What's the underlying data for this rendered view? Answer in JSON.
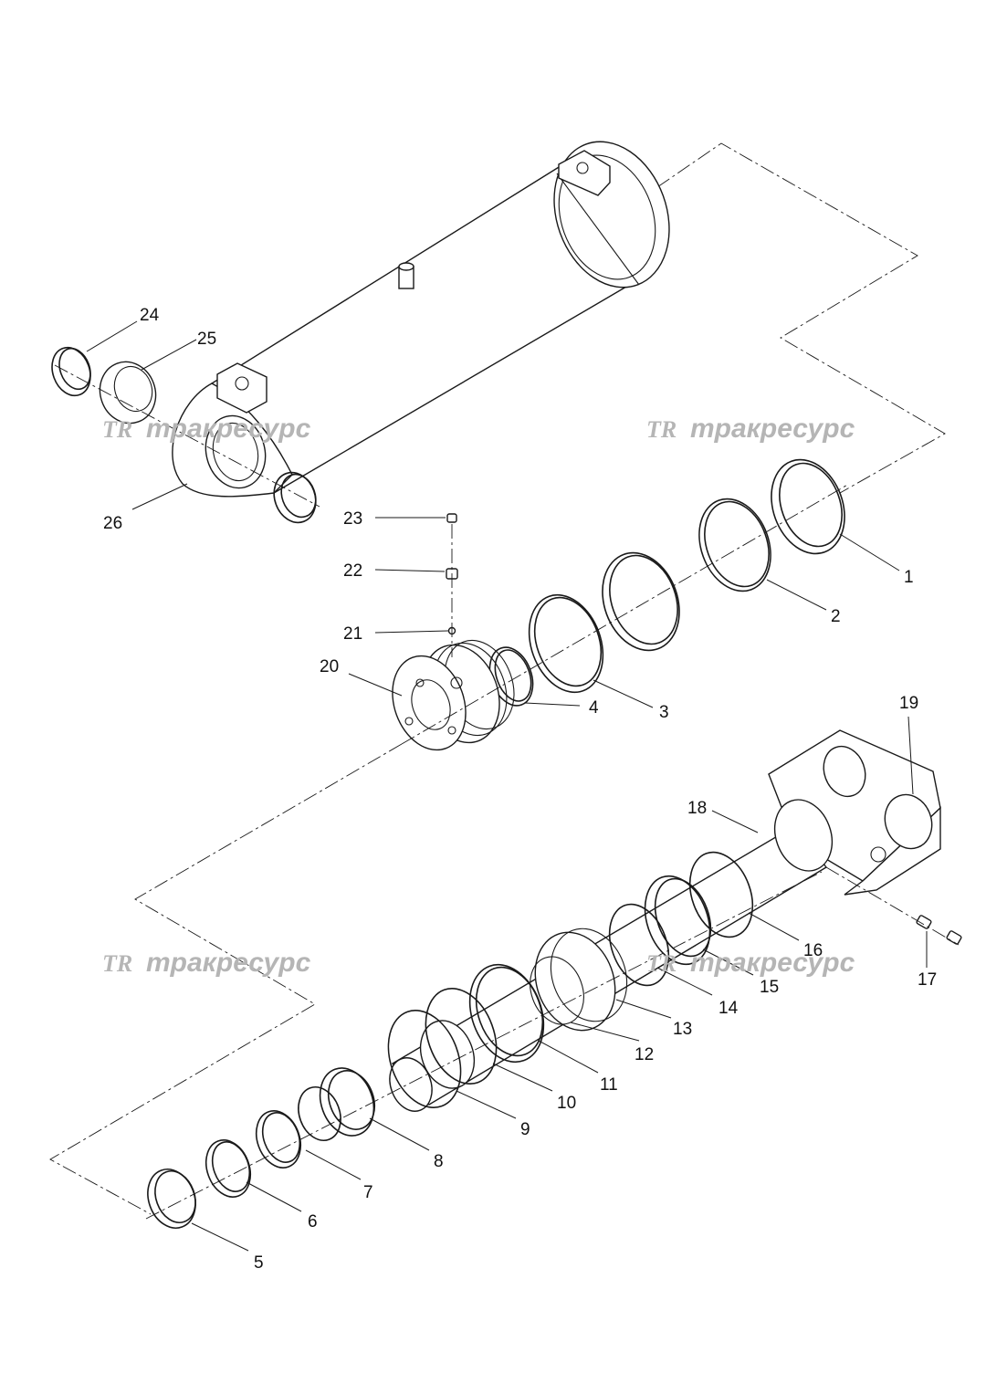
{
  "watermark": {
    "logo": "TR",
    "text": "тракресурс"
  },
  "callouts": [
    "1",
    "2",
    "3",
    "4",
    "5",
    "6",
    "7",
    "8",
    "9",
    "10",
    "11",
    "12",
    "13",
    "14",
    "15",
    "16",
    "17",
    "18",
    "19",
    "20",
    "21",
    "22",
    "23",
    "24",
    "25",
    "26"
  ]
}
